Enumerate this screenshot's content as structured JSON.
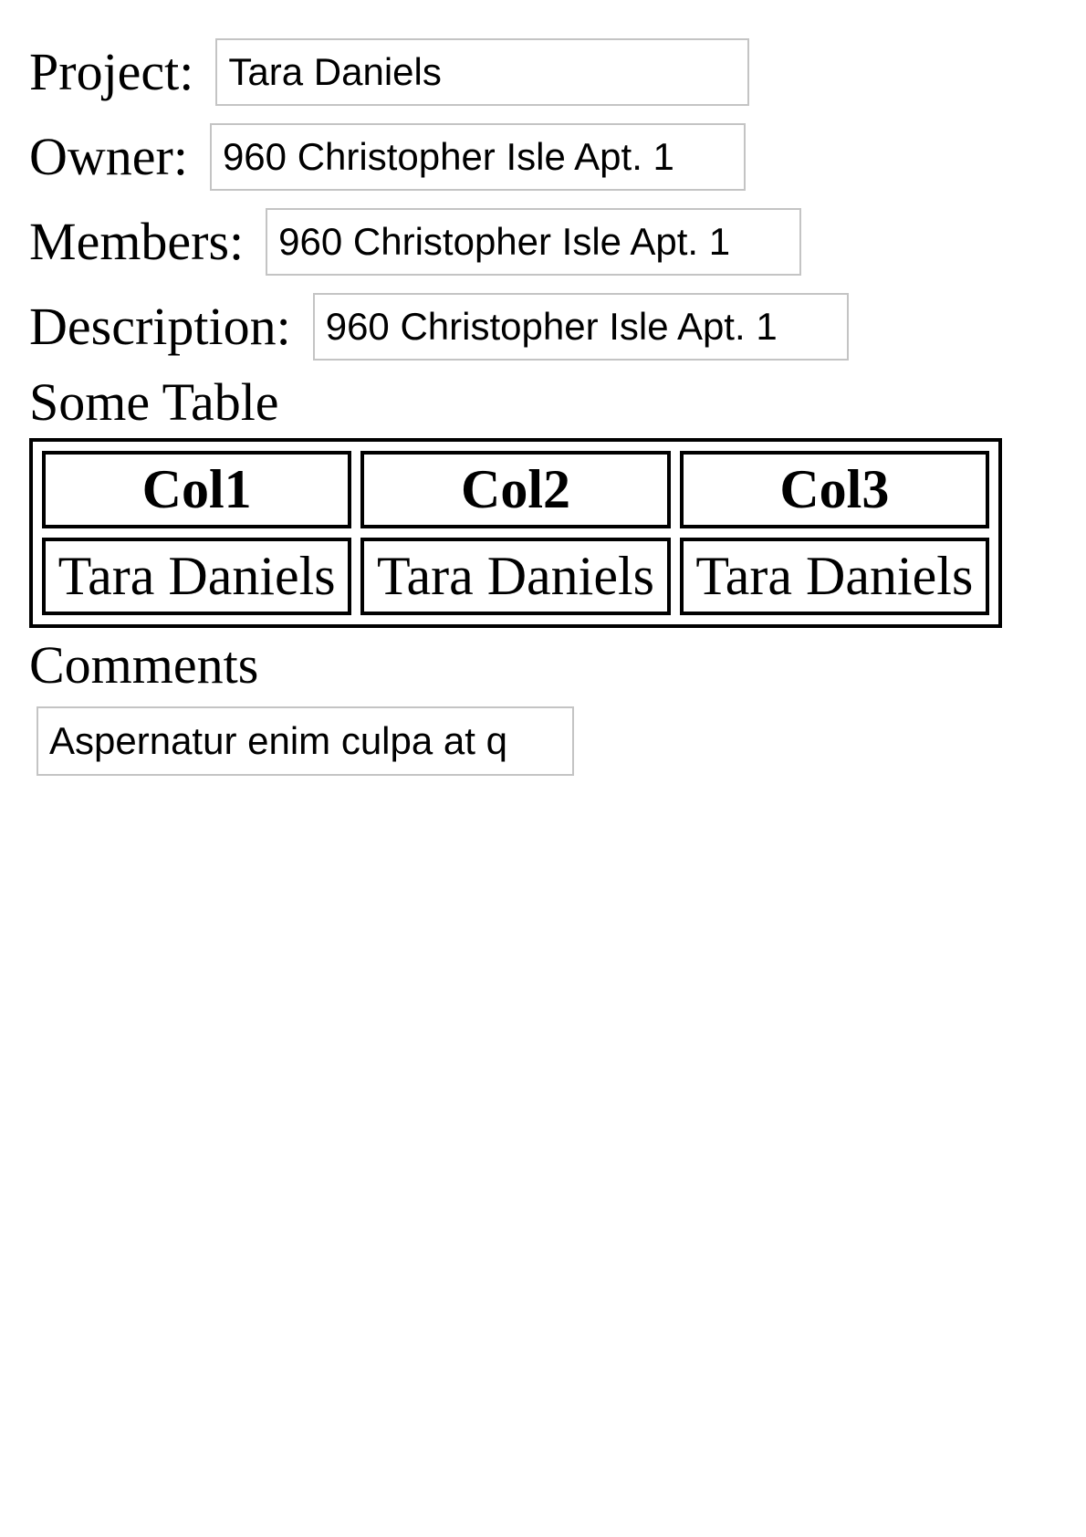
{
  "form": {
    "project": {
      "label": "Project:",
      "value": "Tara Daniels"
    },
    "owner": {
      "label": "Owner:",
      "value": "960 Christopher Isle Apt. 1"
    },
    "members": {
      "label": "Members:",
      "value": "960 Christopher Isle Apt. 1"
    },
    "description": {
      "label": "Description:",
      "value": "960 Christopher Isle Apt. 1"
    }
  },
  "table": {
    "title": "Some Table",
    "headers": [
      "Col1",
      "Col2",
      "Col3"
    ],
    "rows": [
      [
        "Tara Daniels",
        "Tara Daniels",
        "Tara Daniels"
      ]
    ]
  },
  "comments": {
    "title": "Comments",
    "value": "Aspernatur enim culpa at q"
  }
}
